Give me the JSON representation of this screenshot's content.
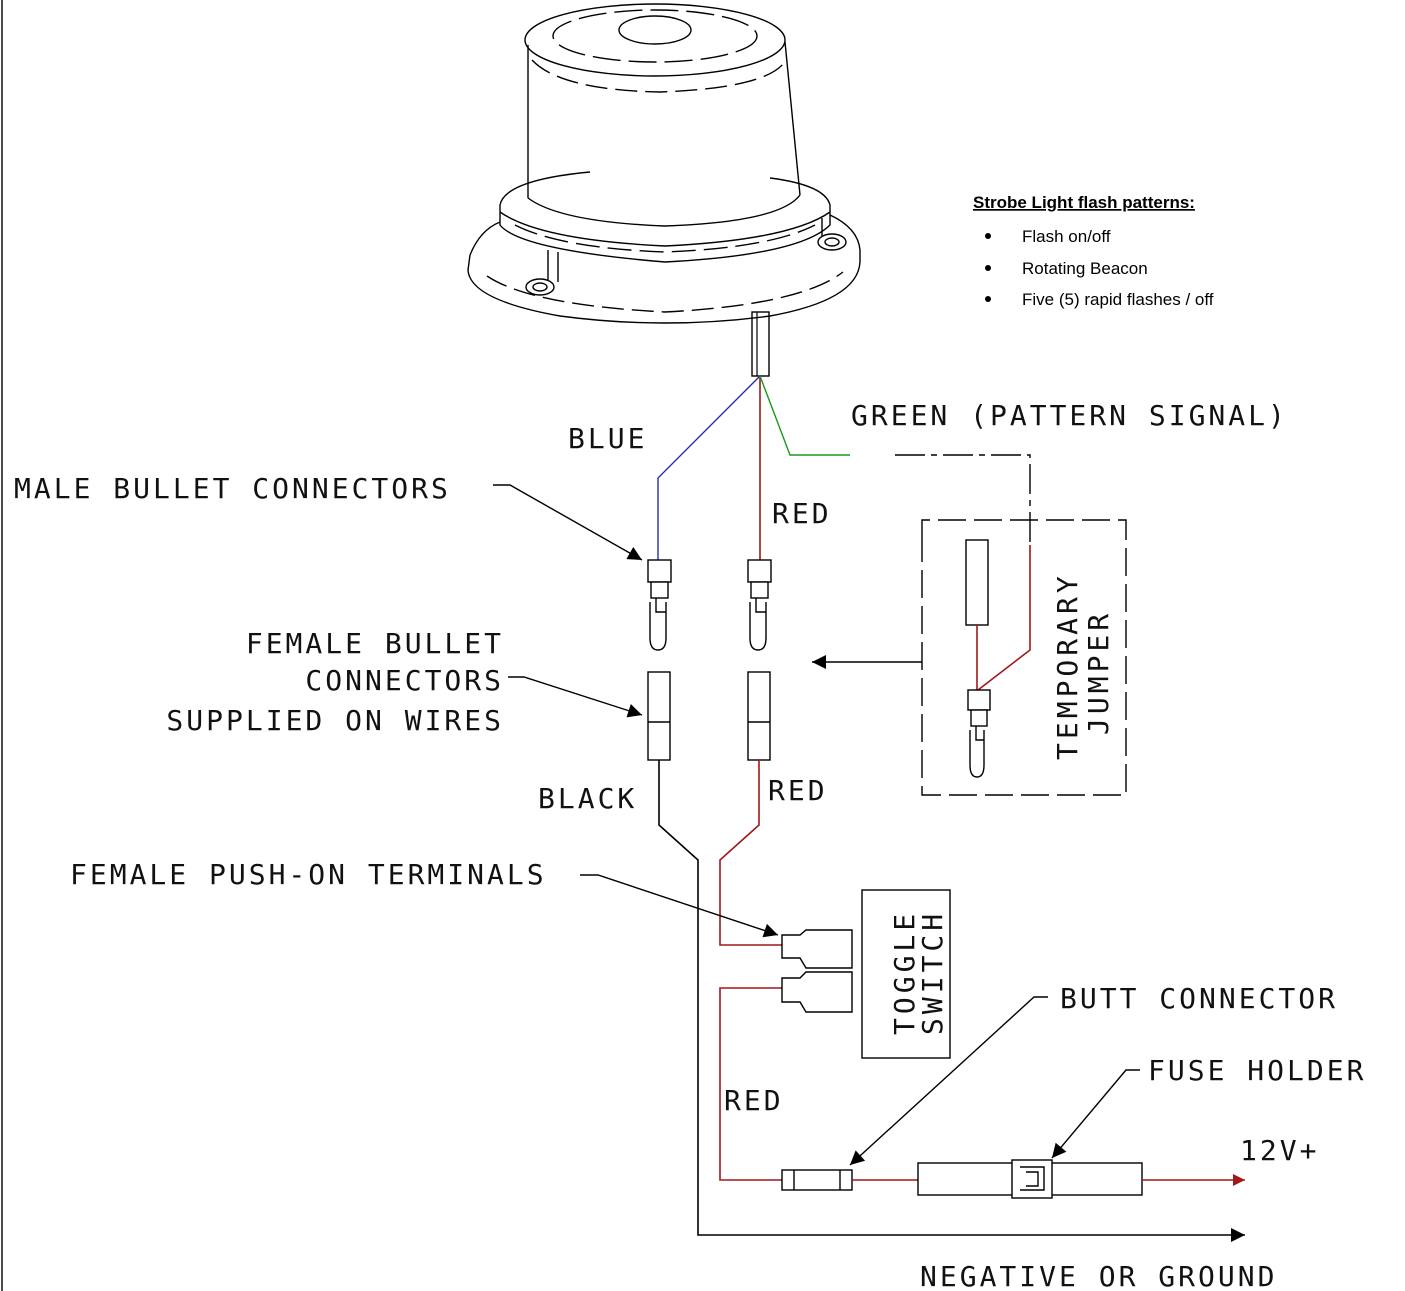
{
  "legend": {
    "title": "Strobe Light flash patterns:",
    "items": [
      "Flash on/off",
      "Rotating Beacon",
      "Five (5) rapid flashes / off"
    ]
  },
  "labels": {
    "green": "GREEN (PATTERN SIGNAL)",
    "blue": "BLUE",
    "red_top": "RED",
    "male_bullet": "MALE BULLET CONNECTORS",
    "female_bullet": [
      "FEMALE BULLET",
      "CONNECTORS",
      "SUPPLIED ON WIRES"
    ],
    "temporary_jumper": [
      "TEMPORARY",
      "JUMPER"
    ],
    "black": "BLACK",
    "red_mid": "RED",
    "female_push_on": "FEMALE PUSH-ON TERMINALS",
    "toggle_switch": [
      "TOGGLE",
      "SWITCH"
    ],
    "butt_connector": "BUTT CONNECTOR",
    "fuse_holder": "FUSE HOLDER",
    "red_low": "RED",
    "v12": "12V+",
    "ground": "NEGATIVE OR GROUND"
  },
  "colors": {
    "blue_wire": "#2a2ab0",
    "green_wire": "#1a9a1a",
    "red_wire": "#a01818",
    "black_wire": "#000000"
  }
}
